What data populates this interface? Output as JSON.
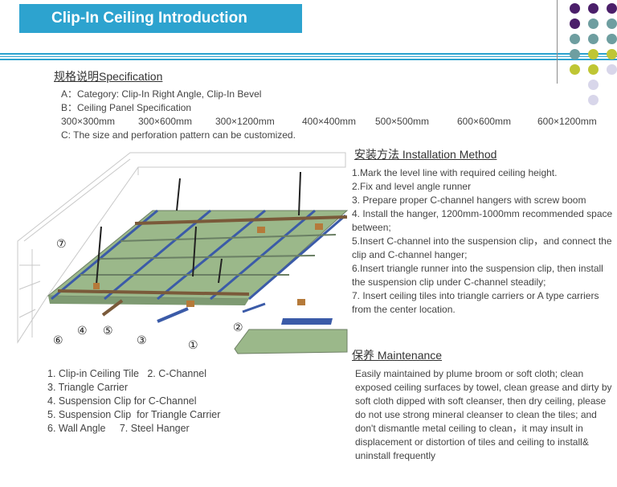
{
  "header": {
    "title": "Clip-In Ceiling Introduction",
    "dots": [
      {
        "color": "#4b1f6a"
      },
      {
        "color": "#4b1f6a"
      },
      {
        "color": "#4b1f6a"
      },
      {
        "color": "#4b1f6a"
      },
      {
        "color": "#6e9ea0"
      },
      {
        "color": "#6e9ea0"
      },
      {
        "color": "#6e9ea0"
      },
      {
        "color": "#6e9ea0"
      },
      {
        "color": "#6e9ea0"
      },
      {
        "color": "#bfc634"
      },
      {
        "color": "#bfc634"
      },
      {
        "color": "#d8d6ea"
      },
      {
        "color": "#d8d6ea"
      }
    ]
  },
  "specification": {
    "heading": "规格说明Specification",
    "category": "A：Category: Clip-In Right Angle, Clip-In Bevel",
    "panel": "B：Ceiling Panel Specification",
    "sizes": [
      "300×300mm",
      "300×600mm",
      "300×1200mm",
      "400×400mm",
      "500×500mm",
      "600×600mm",
      "600×1200mm"
    ],
    "custom": "C: The size and perforation pattern can be customized."
  },
  "installation": {
    "heading": "安装方法 Installation Method",
    "steps": [
      "1.Mark the level line with required ceiling height.",
      "2.Fix and level angle runner",
      "3. Prepare proper C-channel hangers with screw boom",
      "4. Install  the hanger, 1200mm-1000mm recommended space between;",
      "5.Insert C-channel into the suspension clip，and connect the clip and C-channel hanger;",
      "6.Insert triangle runner into the suspension clip, then install the suspension clip under C-channel steadily;",
      "7. Insert ceiling tiles into triangle carriers or A type carriers from the center location."
    ]
  },
  "maintenance": {
    "heading": "保养 Maintenance",
    "text": "Easily maintained by  plume broom or  soft cloth; clean exposed ceiling surfaces by towel,  clean grease and dirty by soft cloth dipped with soft cleanser, then dry ceiling,  please do not use strong mineral cleanser to clean the tiles; and don't dismantle metal ceiling to clean，it may insult in displacement or distortion of tiles and ceiling to install& uninstall frequently"
  },
  "diagram": {
    "markers": [
      "⑦",
      "④",
      "⑤",
      "⑥",
      "③",
      "①",
      "②"
    ]
  },
  "legend": [
    "1. Clip-in Ceiling Tile   2. C-Channel",
    "3. Triangle Carrier",
    "4. Suspension Clip for C-Channel",
    "5. Suspension Clip  for Triangle Carrier",
    "6. Wall Angle     7. Steel Hanger"
  ]
}
